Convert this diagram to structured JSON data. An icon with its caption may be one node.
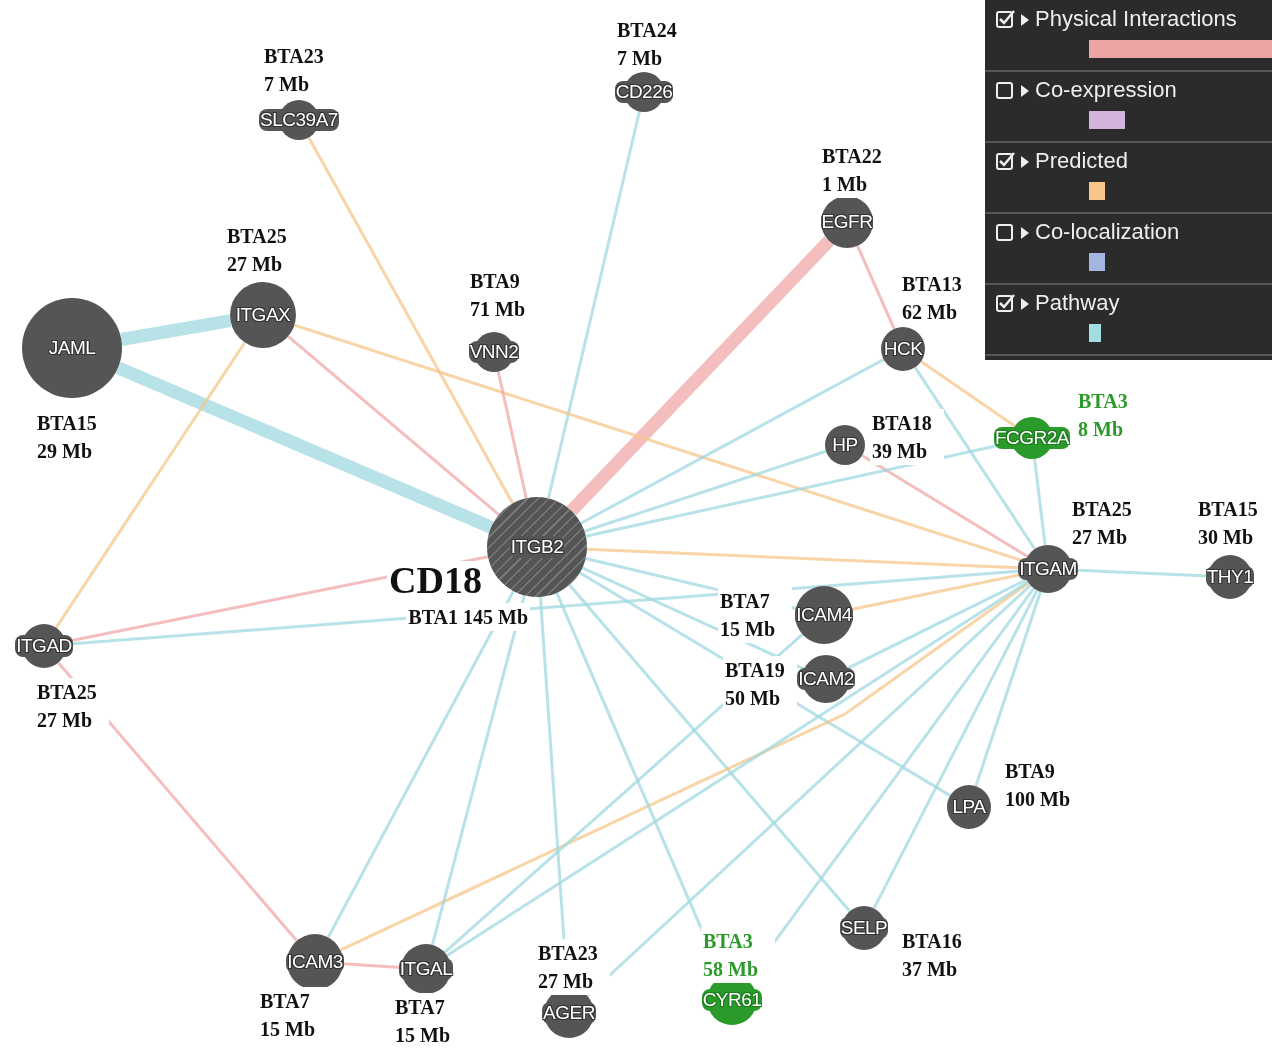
{
  "diagram": {
    "nodes": [
      {
        "text": [
          "SLC39A7"
        ],
        "beside": [
          "BTA23 7 Mb"
        ]
      },
      {
        "text": [
          "CD226"
        ],
        "beside": [
          "BTA24 7 Mb"
        ]
      },
      {
        "text": [
          "EGFR"
        ],
        "beside": [
          "BTA22 1 Mb"
        ]
      },
      {
        "text": [
          "ITGAX"
        ],
        "beside": [
          "BTA25 27 Mb"
        ]
      },
      {
        "text": [
          "VNN2"
        ],
        "beside": [
          "BTA9 71 Mb"
        ]
      },
      {
        "text": [
          "JAML"
        ],
        "beside": [
          "BTA15 29 Mb"
        ]
      },
      {
        "text": [
          "HCK"
        ],
        "beside": [
          "BTA13 62 Mb"
        ]
      },
      {
        "text": [
          "HP"
        ],
        "beside": [
          "BTA18 39 Mb"
        ]
      },
      {
        "text": [
          "FCGR2A"
        ],
        "beside": [
          "BTA3 8 Mb"
        ]
      },
      {
        "text": [
          "ITGB2"
        ],
        "beside": [
          "CD18",
          "BTA1 145 Mb"
        ]
      },
      {
        "text": [
          "ITGAM"
        ],
        "beside": [
          "BTA25 27 Mb"
        ]
      },
      {
        "text": [
          "THY1"
        ],
        "beside": [
          "BTA15 30 Mb"
        ]
      },
      {
        "text": [
          "ITGAD"
        ],
        "beside": [
          "BTA25 27 Mb"
        ]
      },
      {
        "text": [
          "ICAM4"
        ],
        "beside": [
          "BTA7 15 Mb"
        ]
      },
      {
        "text": [
          "ICAM2"
        ],
        "beside": [
          "BTA19 50 Mb"
        ]
      },
      {
        "text": [
          "LPA"
        ],
        "beside": [
          "BTA9 100 Mb"
        ]
      },
      {
        "text": [
          "SELP"
        ],
        "beside": [
          "BTA16 37 Mb"
        ]
      },
      {
        "text": [
          "ICAM3"
        ],
        "beside": [
          "BTA7 15 Mb"
        ]
      },
      {
        "text": [
          "ITGAL"
        ],
        "beside": [
          "BTA7 15 Mb"
        ]
      },
      {
        "text": [
          "AGER"
        ],
        "beside": [
          "BTA23 27 Mb"
        ]
      },
      {
        "text": [
          "CYR61"
        ],
        "beside": [
          "BTA3 58 Mb"
        ]
      }
    ],
    "edges": [
      {
        "from": 0,
        "to": 9,
        "arrow": "none",
        "color": "#f5c58a"
      },
      {
        "from": 1,
        "to": 9,
        "arrow": "none"
      },
      {
        "from": 2,
        "to": 9,
        "arrow": "none",
        "style": "thick",
        "color": "#f0a8a8"
      },
      {
        "from": 2,
        "to": 6,
        "arrow": "none",
        "color": "#f0a8a8"
      },
      {
        "from": 3,
        "to": 9,
        "arrow": "none",
        "color": "#f0a8a8"
      },
      {
        "from": 5,
        "to": 3,
        "arrow": "none",
        "style": "thick"
      },
      {
        "from": 5,
        "to": 9,
        "arrow": "none",
        "style": "thick"
      },
      {
        "from": 3,
        "to": 12,
        "arrow": "none",
        "color": "#f5c58a"
      },
      {
        "from": 3,
        "to": 10,
        "arrow": "none",
        "color": "#f5c58a"
      },
      {
        "from": 4,
        "to": 9,
        "arrow": "none",
        "color": "#f0a8a8"
      },
      {
        "from": 6,
        "to": 9,
        "arrow": "none"
      },
      {
        "from": 6,
        "to": 8,
        "arrow": "none",
        "color": "#f5c58a"
      },
      {
        "from": 6,
        "to": 10,
        "arrow": "none"
      },
      {
        "from": 7,
        "to": 9,
        "arrow": "none"
      },
      {
        "from": 7,
        "to": 10,
        "arrow": "none",
        "color": "#f0a8a8"
      },
      {
        "from": 8,
        "to": 9,
        "arrow": "none"
      },
      {
        "from": 8,
        "to": 10,
        "arrow": "none"
      },
      {
        "from": 9,
        "to": 10,
        "arrow": "none",
        "color": "#f5c58a"
      },
      {
        "from": 10,
        "to": 11,
        "arrow": "none"
      },
      {
        "from": 12,
        "to": 9,
        "arrow": "none",
        "color": "#f0a8a8"
      },
      {
        "from": 12,
        "to": 10,
        "arrow": "none"
      },
      {
        "from": 12,
        "to": 17,
        "arrow": "none",
        "color": "#f0a8a8"
      },
      {
        "from": 13,
        "to": 9,
        "arrow": "none"
      },
      {
        "from": 13,
        "to": 10,
        "arrow": "none",
        "color": "#f5c58a"
      },
      {
        "from": 14,
        "to": 9,
        "arrow": "none"
      },
      {
        "from": 14,
        "to": 10,
        "arrow": "none"
      },
      {
        "from": 15,
        "to": 9,
        "arrow": "none"
      },
      {
        "from": 15,
        "to": 10,
        "arrow": "none"
      },
      {
        "from": 16,
        "to": 9,
        "arrow": "none"
      },
      {
        "from": 16,
        "to": 10,
        "arrow": "none"
      },
      {
        "from": 17,
        "to": 9,
        "arrow": "none"
      },
      {
        "from": 17,
        "to": 18,
        "arrow": "none",
        "color": "#f0a8a8"
      },
      {
        "from": 17,
        "to": 10,
        "arrow": "none",
        "color": "#f5c58a"
      },
      {
        "from": 18,
        "to": 9,
        "arrow": "none"
      },
      {
        "from": 18,
        "to": 10,
        "arrow": "none"
      },
      {
        "from": 18,
        "to": 13,
        "arrow": "none"
      },
      {
        "from": 19,
        "to": 9,
        "arrow": "none"
      },
      {
        "from": 19,
        "to": 10,
        "arrow": "none"
      },
      {
        "from": 20,
        "to": 9,
        "arrow": "none"
      },
      {
        "from": 20,
        "to": 10,
        "arrow": "none"
      }
    ],
    "legend": [
      {
        "text": "Physical Interactions",
        "color": "#eba3a3"
      },
      {
        "text": "Co-expression",
        "color": "#d4b4dc"
      },
      {
        "text": "Predicted",
        "color": "#f8c58a"
      },
      {
        "text": "Co-localization",
        "color": "#a6b4e2"
      },
      {
        "text": "Pathway",
        "color": "#a2dde2"
      }
    ]
  }
}
